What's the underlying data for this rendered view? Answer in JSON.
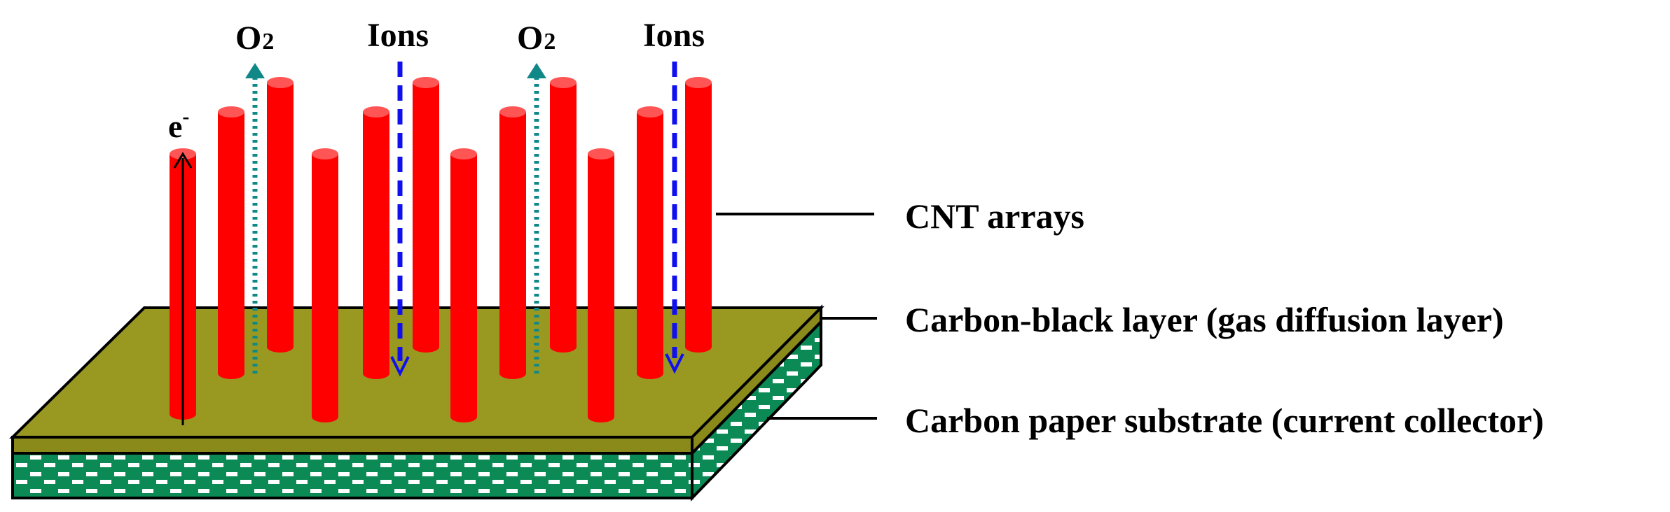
{
  "labels": {
    "o2_left": "O",
    "o2_left_sub": "2",
    "ions_left": "Ions",
    "o2_right": "O",
    "o2_right_sub": "2",
    "ions_right": "Ions",
    "electron": "e",
    "electron_sup": "-",
    "cnt_arrays": "CNT arrays",
    "carbon_black_layer": "Carbon-black layer (gas diffusion layer)",
    "carbon_paper": "Carbon paper substrate (current collector)"
  },
  "colors": {
    "cnt_red": "#ff0000",
    "cnt_cap": "#ff5555",
    "carbon_black": "#999922",
    "carbon_paper": "#0b8a55",
    "o2_arrow": "#108888",
    "ions_arrow": "#1010ee",
    "electron_arrow": "#000000"
  }
}
